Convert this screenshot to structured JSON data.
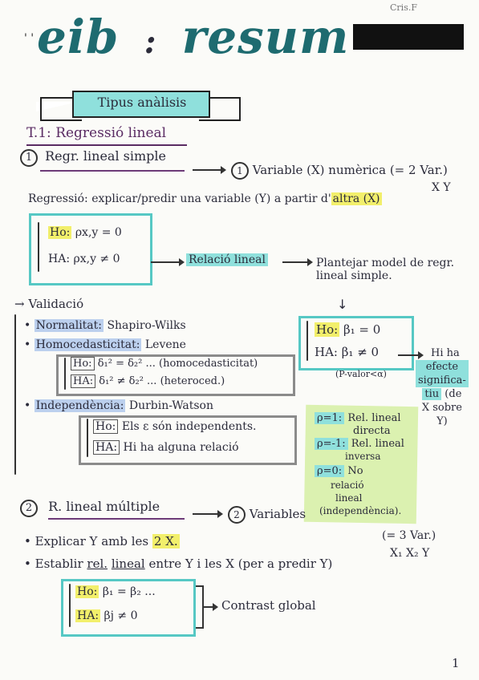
{
  "author": "Cris.F",
  "title": {
    "left": "eib",
    "sep": ":",
    "right": "resum"
  },
  "banner": "Tipus anàlisis",
  "topic": "T.1: Regressió lineal",
  "section1": {
    "number": "1",
    "heading": "Regr. lineal simple",
    "result_number": "1",
    "result_text": "Variable (X) numèrica",
    "result_note": "(= 2 Var.)",
    "result_note2": "X Y"
  },
  "definition": {
    "pre": "Regressió: explicar/predir una variable (Y) a partir d'",
    "highlight": "altra (X)"
  },
  "hyp1": {
    "h0_label": "Ho:",
    "h0": "ρx,y = 0",
    "ha_label": "HA:",
    "ha": "ρx,y ≠ 0"
  },
  "relacio_lineal": "Relació lineal",
  "plantejar": "Plantejar model de regr. lineal simple.",
  "hyp2": {
    "h0_label": "Ho:",
    "h0": "β₁ = 0",
    "ha_label": "HA:",
    "ha": "β₁ ≠ 0"
  },
  "pvalor": "(P-valor<α)",
  "efecte": {
    "a": "Hi ha",
    "b": "efecte",
    "c": "significa-",
    "d": "tiu",
    "e": "(de",
    "f": "X sobre",
    "g": "Y)"
  },
  "validacio": {
    "title": "Validació",
    "normalitat": {
      "label": "Normalitat:",
      "test": "Shapiro-Wilks"
    },
    "homocedasticitat": {
      "label": "Homocedasticitat:",
      "test": "Levene"
    },
    "homo_h0": {
      "label": "Ho:",
      "expr": "δ₁² = δ₂² ... (homocedasticitat)"
    },
    "homo_ha": {
      "label": "HA:",
      "expr": "δ₁² ≠ δ₂² ... (heteroced.)"
    },
    "independencia": {
      "label": "Independència:",
      "test": "Durbin-Watson"
    },
    "ind_h0": {
      "label": "Ho:",
      "expr": "Els ε són independents."
    },
    "ind_ha": {
      "label": "HA:",
      "expr": "Hi ha alguna relació"
    }
  },
  "note": {
    "l1a": "ρ=1:",
    "l1b": "Rel. lineal",
    "l1c": "directa",
    "l2a": "ρ=-1:",
    "l2b": "Rel. lineal",
    "l2c": "inversa",
    "l3a": "ρ=0:",
    "l3b": "No",
    "l3c": "relació",
    "l3d": "lineal",
    "l3e": "(independència)."
  },
  "section2": {
    "number": "2",
    "heading": "R. lineal múltiple",
    "result_number": "2",
    "result_text": "Variables",
    "result_note": "(= 3 Var.)",
    "result_note2": "X₁ X₂ Y",
    "bullet1_pre": "Explicar Y amb les",
    "bullet1_hl": "2 X.",
    "bullet2_pre": "Establir",
    "bullet2_rel": "rel.",
    "bullet2_lin": "lineal",
    "bullet2_post": "entre Y i les X (per a predir Y)"
  },
  "hyp3": {
    "h0_label": "Ho:",
    "h0": "β₁ = β₂ ...",
    "ha_label": "HA:",
    "ha": "βj ≠ 0"
  },
  "contrast": "Contrast global",
  "page_number": "1"
}
